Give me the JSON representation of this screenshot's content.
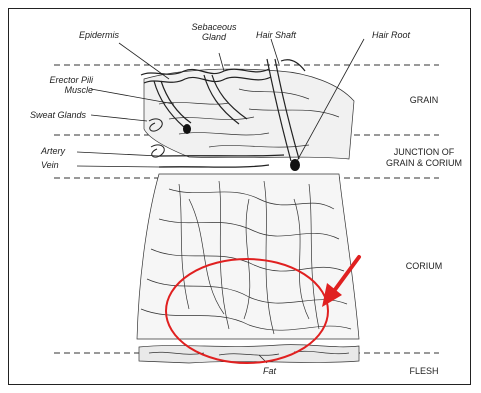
{
  "figure": {
    "labels": {
      "epidermis": "Epidermis",
      "sebaceous_gland_line1": "Sebaceous",
      "sebaceous_gland_line2": "Gland",
      "hair_shaft": "Hair Shaft",
      "hair_root": "Hair Root",
      "erector_pili_line1": "Erector Pili",
      "erector_pili_line2": "Muscle",
      "sweat_glands": "Sweat Glands",
      "artery": "Artery",
      "vein": "Vein",
      "fat": "Fat"
    },
    "zones": {
      "grain": "GRAIN",
      "junction_line1": "JUNCTION OF",
      "junction_line2": "GRAIN & CORIUM",
      "corium": "CORIUM",
      "flesh": "FLESH"
    },
    "annotation": {
      "highlight_color": "#e02020",
      "arrow_color": "#e02020"
    },
    "colors": {
      "ink": "#222222",
      "border": "#222222"
    }
  }
}
